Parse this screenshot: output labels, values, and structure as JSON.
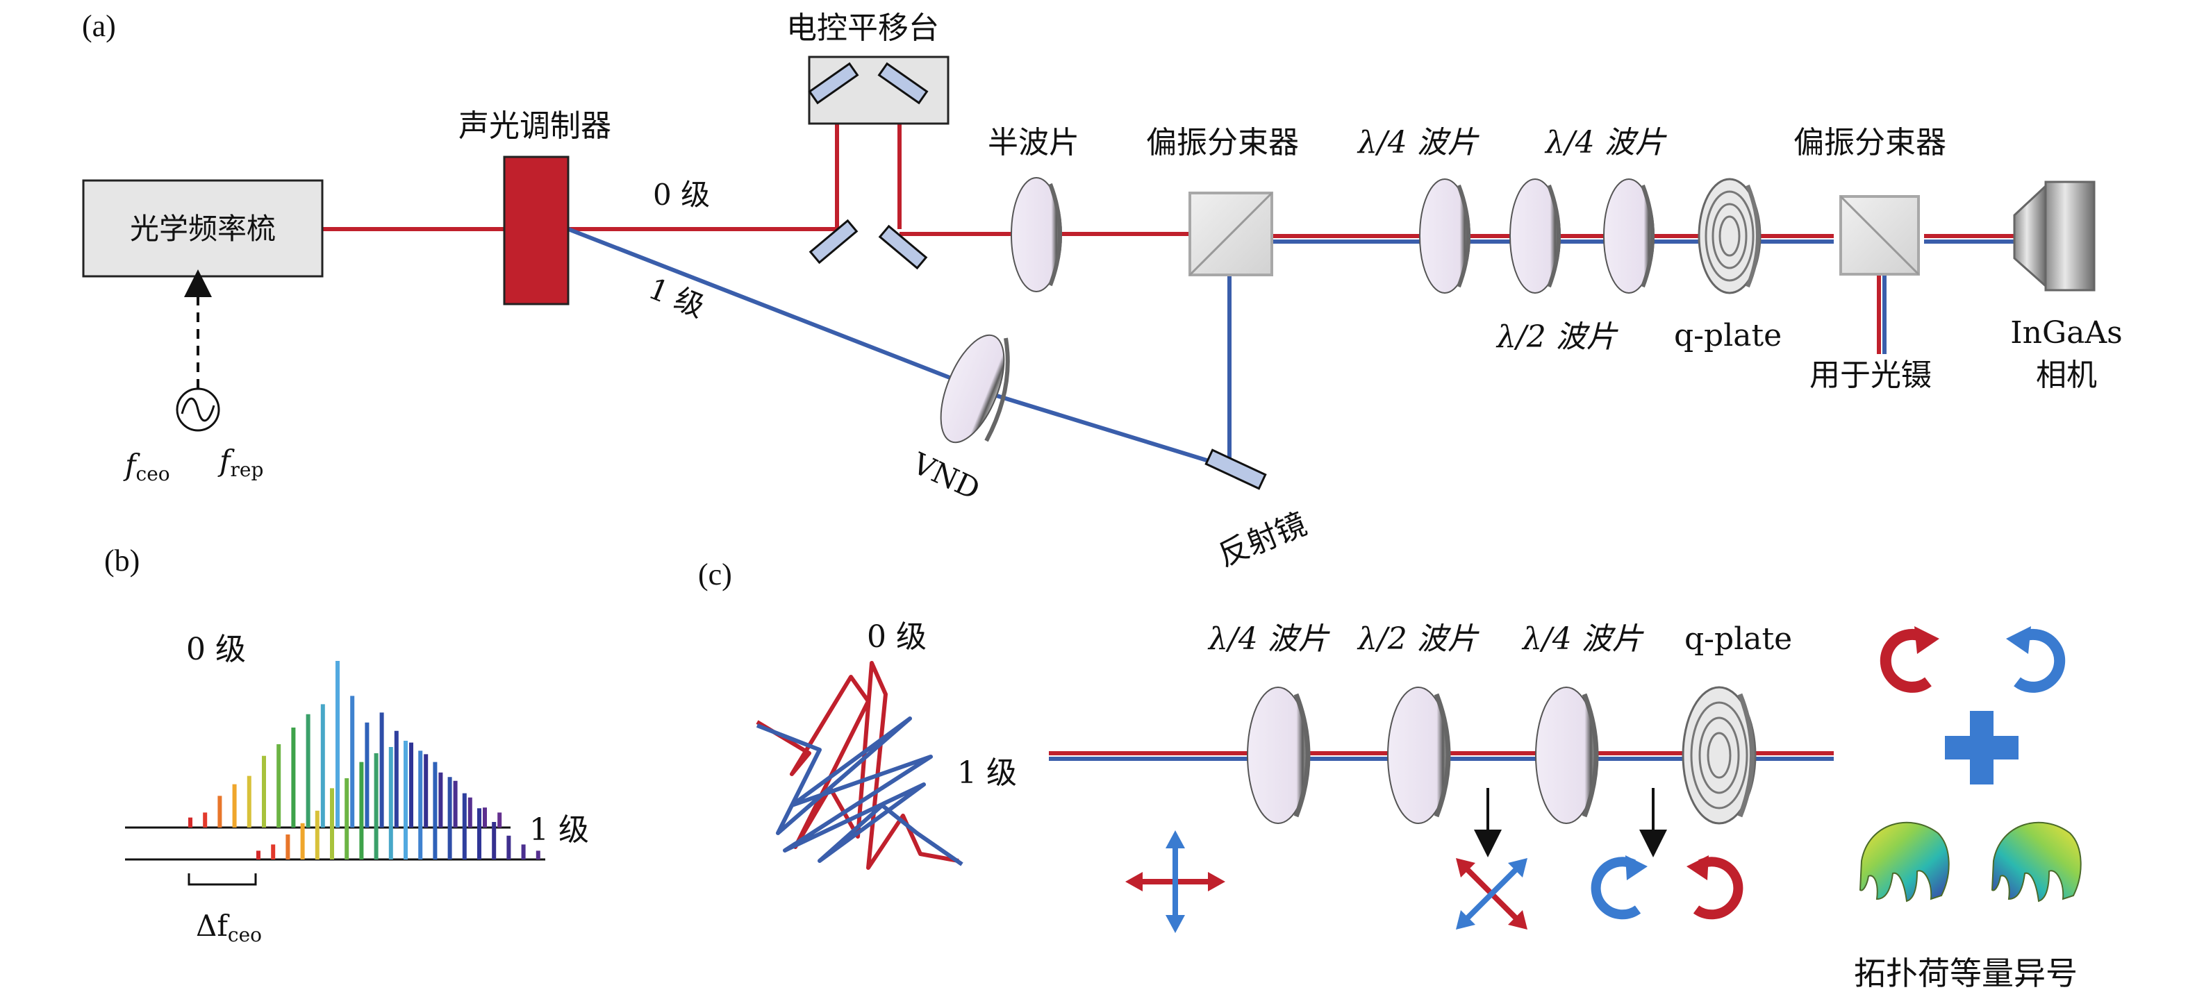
{
  "panels": {
    "a": "(a)",
    "b": "(b)",
    "c": "(c)"
  },
  "panel_a": {
    "comb": "光学频率梳",
    "aom": "声光调制器",
    "stage": "电控平移台",
    "order0": "0 级",
    "order1": "1 级",
    "half_wave": "半波片",
    "pbs1": "偏振分束器",
    "quarter1": "λ/4 波片",
    "quarter2": "λ/4 波片",
    "half2": "λ/2 波片",
    "qplate": "q-plate",
    "pbs2": "偏振分束器",
    "tweezers": "用于光镊",
    "camera_l1": "InGaAs",
    "camera_l2": "相机",
    "vnd": "VND",
    "mirror": "反射镜",
    "fceo": "f",
    "fceo_sub": "ceo",
    "frep": "f",
    "frep_sub": "rep"
  },
  "panel_b": {
    "order0": "0 级",
    "order1": "1 级",
    "delta": "Δf",
    "delta_sub": "ceo",
    "upper_lines": [
      0.06,
      0.09,
      0.19,
      0.26,
      0.31,
      0.43,
      0.5,
      0.6,
      0.68,
      0.74,
      1.0,
      0.79,
      0.63,
      0.69,
      0.58,
      0.51,
      0.44,
      0.33,
      0.28,
      0.18,
      0.12,
      0.09
    ],
    "lower_lines": [
      0.07,
      0.12,
      0.2,
      0.29,
      0.39,
      0.57,
      0.65,
      0.78,
      0.85,
      0.9,
      0.95,
      0.87,
      0.78,
      0.66,
      0.53,
      0.41,
      0.3,
      0.19,
      0.12,
      0.07
    ],
    "upper_colors": [
      "#d42a2a",
      "#e2392b",
      "#e8762a",
      "#efa62c",
      "#d8c13a",
      "#a8c23c",
      "#6cb444",
      "#3ea24a",
      "#3ba06a",
      "#47a7c8",
      "#52a9e0",
      "#3f82cf",
      "#2f62b9",
      "#2e4ea8",
      "#2f3f9e",
      "#2f3596",
      "#35308f",
      "#3f2f8e",
      "#4b2f8f",
      "#56308f",
      "#5c2f8e",
      "#64308f"
    ],
    "lower_colors": [
      "#d42a2a",
      "#e2392b",
      "#e8762a",
      "#efa62c",
      "#d8c13a",
      "#a8c23c",
      "#6cb444",
      "#3ea24a",
      "#3ba06a",
      "#47a7c8",
      "#52a9e0",
      "#3f82cf",
      "#2f62b9",
      "#2e4ea8",
      "#2f3f9e",
      "#2f3596",
      "#35308f",
      "#3f2f8e",
      "#4b2f8f",
      "#56308f"
    ]
  },
  "panel_c": {
    "order0": "0 级",
    "order1": "1 级",
    "quarter1": "λ/4 波片",
    "half": "λ/2 波片",
    "quarter2": "λ/4 波片",
    "qplate": "q-plate",
    "caption": "拓扑荷等量异号"
  },
  "colors": {
    "red_beam": "#c0202c",
    "blue_beam": "#3a5eab",
    "aom_fill": "#c0202c",
    "arrow_red": "#c0202c",
    "arrow_blue": "#3a7bd0"
  }
}
